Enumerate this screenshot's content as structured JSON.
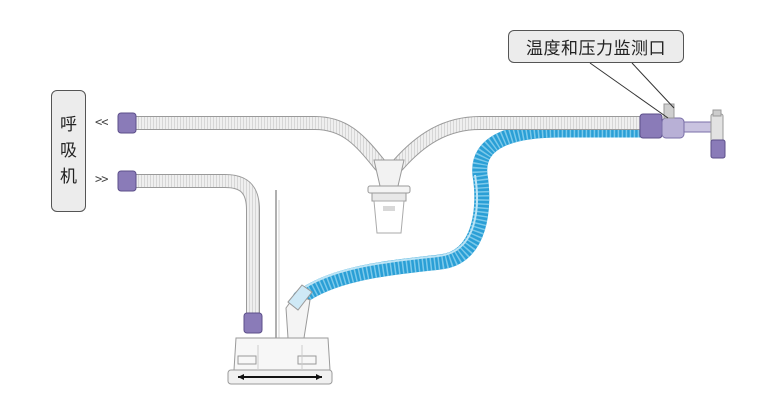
{
  "ventilator_label": [
    "呼",
    "吸",
    "机"
  ],
  "monitor_port_label": "温度和压力监测口",
  "arrows": {
    "top": "<<",
    "bottom": ">>"
  },
  "colors": {
    "white_tube": "#ededed",
    "blue_tube": "#2a9fd6",
    "blue_tube_highlight": "#79c8ea",
    "connector_purple": "#8a7bb8",
    "outline": "#9a9a9a"
  }
}
